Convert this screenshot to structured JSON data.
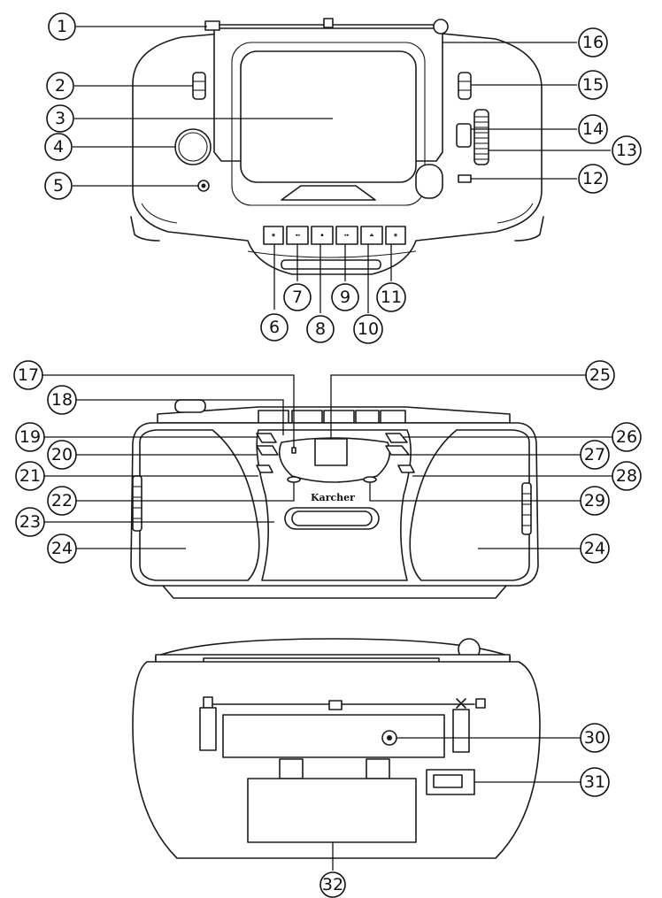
{
  "brand_label": "Karcher",
  "callouts": [
    "1",
    "2",
    "3",
    "4",
    "5",
    "6",
    "7",
    "8",
    "9",
    "10",
    "11",
    "12",
    "13",
    "14",
    "15",
    "16",
    "17",
    "18",
    "19",
    "20",
    "21",
    "22",
    "23",
    "24",
    "25",
    "26",
    "27",
    "28",
    "29",
    "30",
    "31",
    "32"
  ],
  "top_button_glyphs": [
    "◉",
    "◂◂",
    "▪",
    "▸▸",
    "⏏",
    "◉"
  ]
}
